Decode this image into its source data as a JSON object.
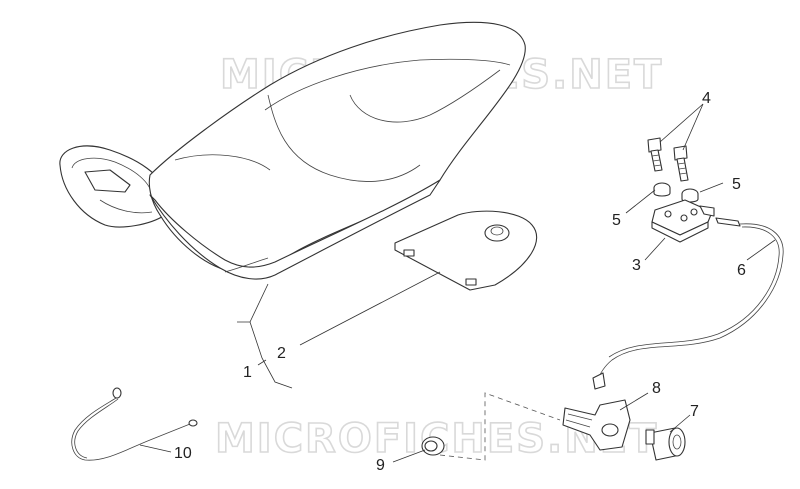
{
  "watermark": {
    "top": "MICROFICHES.NET",
    "bottom": "MICROFICHES.NET"
  },
  "callouts": {
    "c1": "1",
    "c2": "2",
    "c3": "3",
    "c4": "4",
    "c5a": "5",
    "c5b": "5",
    "c6": "6",
    "c7": "7",
    "c8": "8",
    "c9": "9",
    "c10": "10"
  },
  "colors": {
    "line": "#333333",
    "watermark": "#d9d9d9",
    "background": "#ffffff"
  }
}
